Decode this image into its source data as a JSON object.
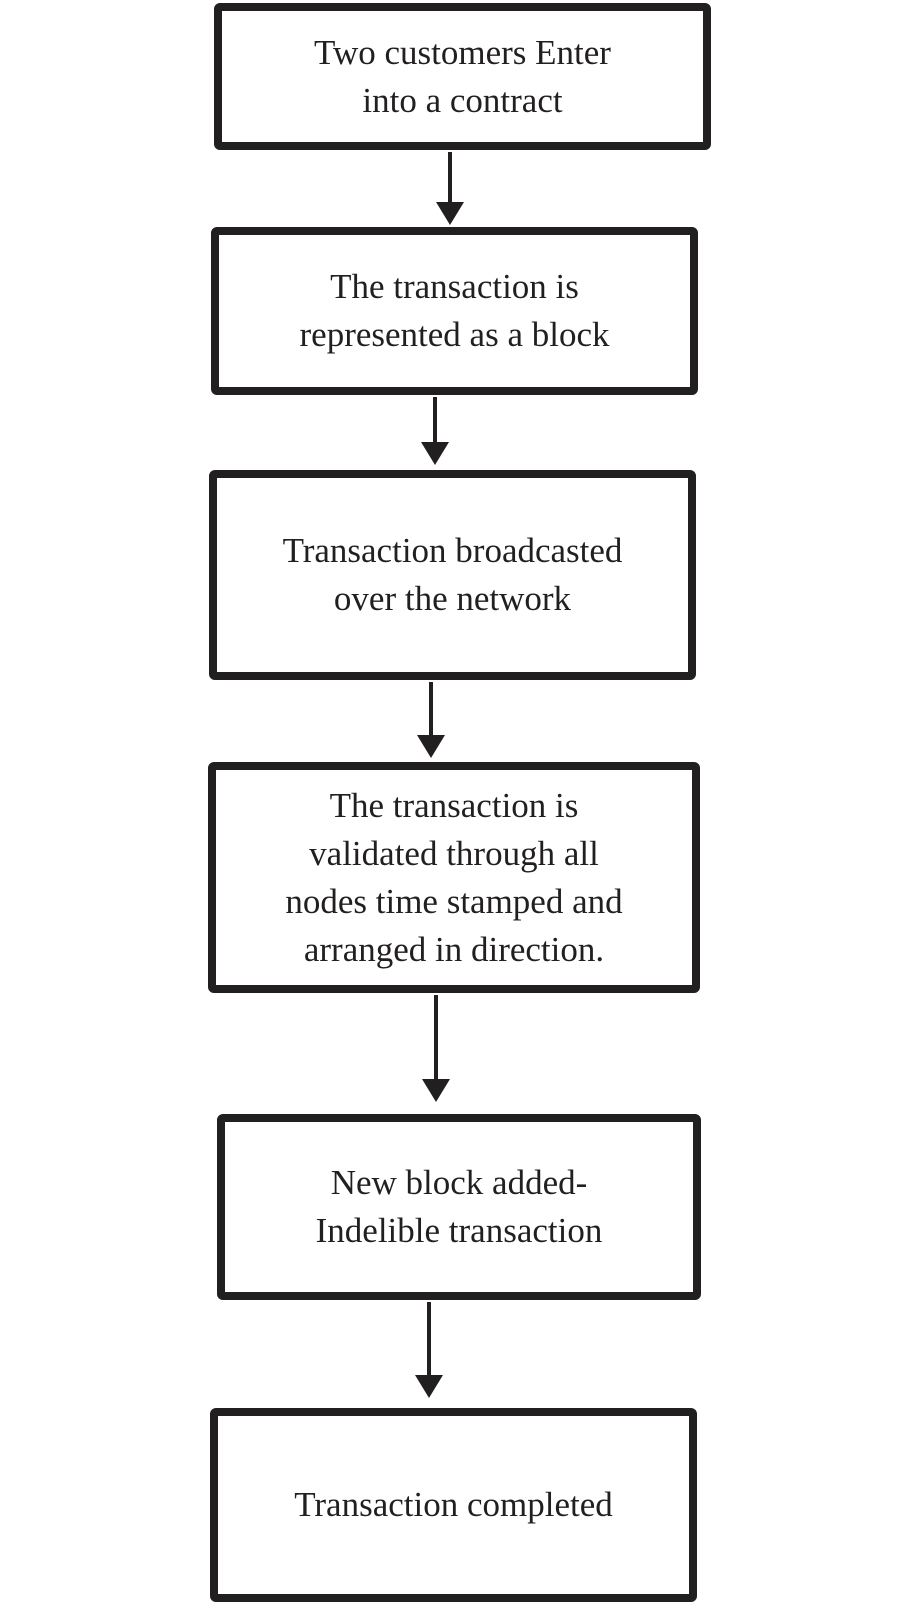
{
  "diagram": {
    "type": "flowchart",
    "direction": "top-down",
    "colors": {
      "background": "#ffffff",
      "box_fill": "#ffffff",
      "box_border": "#221f20",
      "text": "#221f20",
      "arrow": "#221f20"
    },
    "steps": [
      {
        "id": 1,
        "text": "Two customers Enter\ninto a contract"
      },
      {
        "id": 2,
        "text": "The transaction is\nrepresented as a block"
      },
      {
        "id": 3,
        "text": "Transaction broadcasted\nover the network"
      },
      {
        "id": 4,
        "text": "The transaction is\nvalidated through all\nnodes time stamped and\narranged in direction."
      },
      {
        "id": 5,
        "text": "New block added-\nIndelible transaction"
      },
      {
        "id": 6,
        "text": "Transaction completed"
      }
    ],
    "connections": [
      {
        "from": 1,
        "to": 2
      },
      {
        "from": 2,
        "to": 3
      },
      {
        "from": 3,
        "to": 4
      },
      {
        "from": 4,
        "to": 5
      },
      {
        "from": 5,
        "to": 6
      }
    ]
  }
}
